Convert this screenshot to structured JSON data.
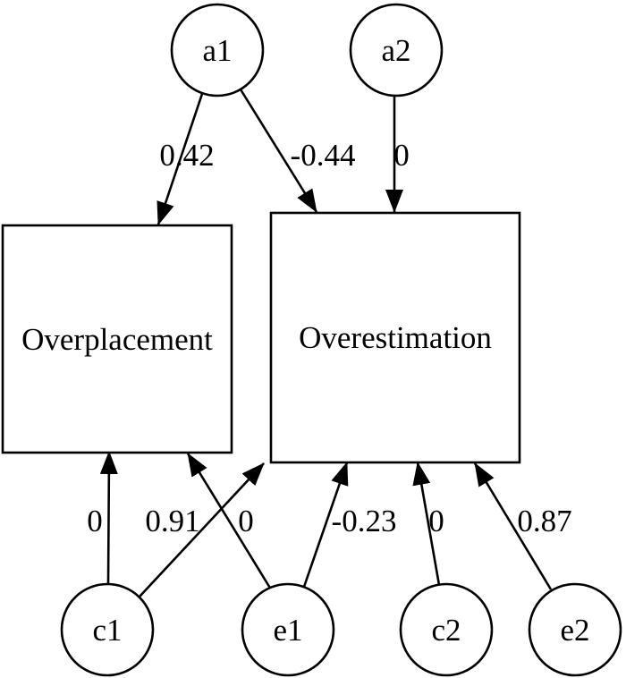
{
  "diagram": {
    "type": "path-diagram (Cholesky ACE model)",
    "background_color": "#ffffff",
    "line_color": "#000000",
    "text_color": "#000000",
    "latent_nodes": [
      {
        "id": "a1",
        "label": "a1",
        "shape": "circle"
      },
      {
        "id": "a2",
        "label": "a2",
        "shape": "circle"
      },
      {
        "id": "c1",
        "label": "c1",
        "shape": "circle"
      },
      {
        "id": "e1",
        "label": "e1",
        "shape": "circle"
      },
      {
        "id": "c2",
        "label": "c2",
        "shape": "circle"
      },
      {
        "id": "e2",
        "label": "e2",
        "shape": "circle"
      }
    ],
    "observed_nodes": [
      {
        "id": "overplacement",
        "label": "Overplacement",
        "shape": "rectangle"
      },
      {
        "id": "overestimation",
        "label": "Overestimation",
        "shape": "rectangle"
      }
    ],
    "edges": [
      {
        "from": "a1",
        "to": "Overplacement",
        "label": "0.42"
      },
      {
        "from": "a1",
        "to": "Overestimation",
        "label": "-0.44"
      },
      {
        "from": "a2",
        "to": "Overestimation",
        "label": "0"
      },
      {
        "from": "c1",
        "to": "Overplacement",
        "label": "0"
      },
      {
        "from": "e1",
        "to": "Overplacement",
        "label": "0.91"
      },
      {
        "from": "c1",
        "to": "Overestimation",
        "label": "0"
      },
      {
        "from": "e1",
        "to": "Overestimation",
        "label": "-0.23"
      },
      {
        "from": "c2",
        "to": "Overestimation",
        "label": "0"
      },
      {
        "from": "e2",
        "to": "Overestimation",
        "label": "0.87"
      }
    ]
  }
}
